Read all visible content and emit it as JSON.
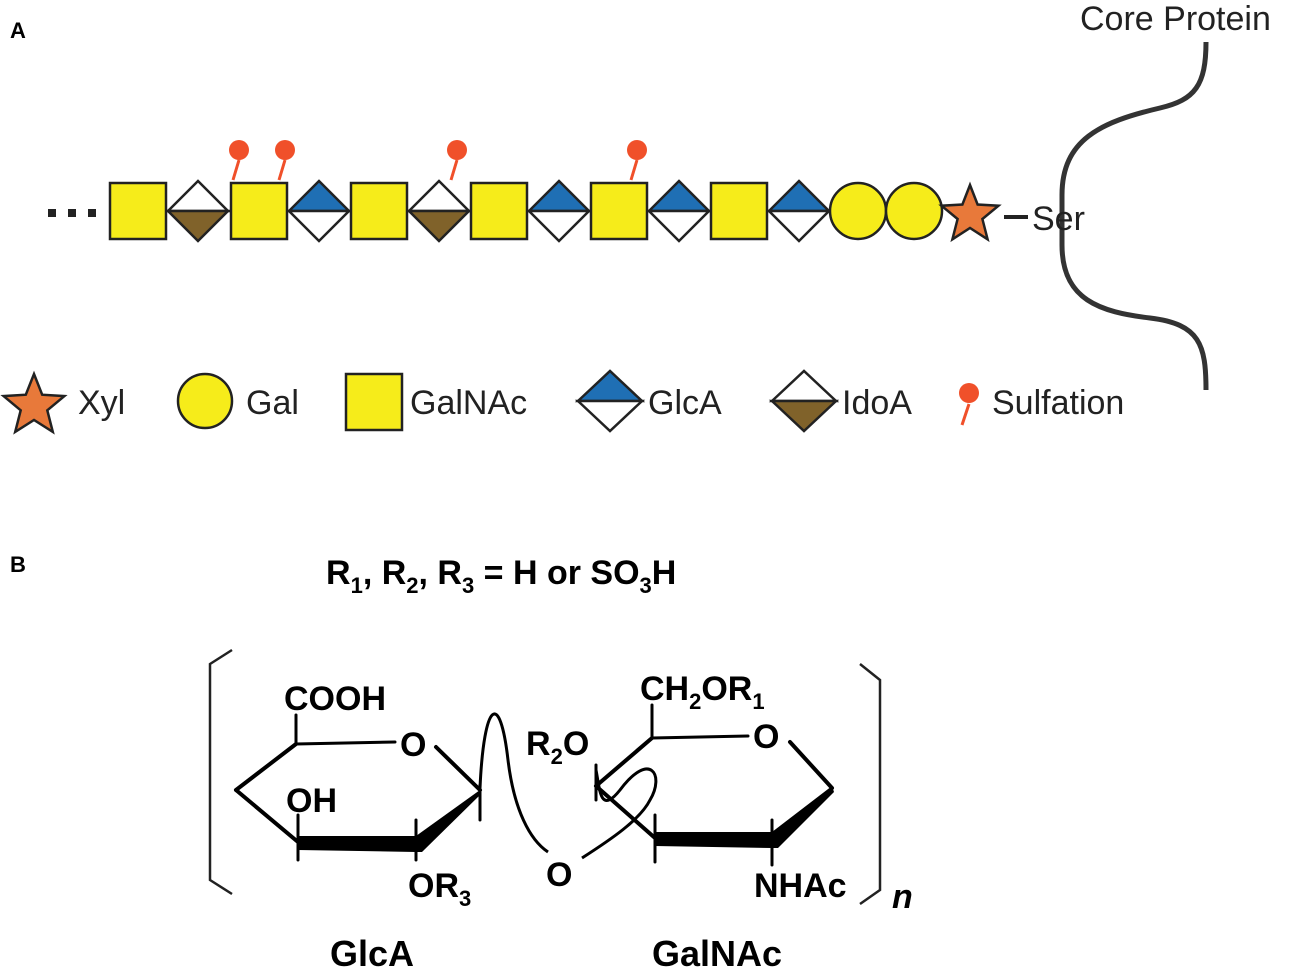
{
  "panel_a": {
    "label": "A",
    "core_protein_label": "Core Protein",
    "ser_label": "Ser",
    "chain": [
      "GalNAc",
      "IdoA",
      "GalNAc",
      "GlcA",
      "GalNAc",
      "IdoA",
      "GalNAc",
      "GlcA",
      "GalNAc",
      "GlcA",
      "GalNAc",
      "GlcA",
      "Gal",
      "Gal",
      "Xyl"
    ],
    "sulfated_positions": [
      2,
      2,
      5,
      8
    ],
    "legend": [
      {
        "symbol": "Xyl",
        "label": "Xyl"
      },
      {
        "symbol": "Gal",
        "label": "Gal"
      },
      {
        "symbol": "GalNAc",
        "label": "GalNAc"
      },
      {
        "symbol": "GlcA",
        "label": "GlcA"
      },
      {
        "symbol": "IdoA",
        "label": "IdoA"
      },
      {
        "symbol": "Sulfation",
        "label": "Sulfation"
      }
    ],
    "colors": {
      "galnac_yellow": "#f6ec1a",
      "glca_blue": "#1f6fb4",
      "idoa_brown": "#80622a",
      "xyl_orange": "#e8793a",
      "sulfation_red": "#f0502a",
      "outline": "#222222"
    }
  },
  "panel_b": {
    "label": "B",
    "formula": {
      "r1": "R",
      "s1": "1",
      "r2": ", R",
      "s2": "2",
      "r3": ", R",
      "s3": "3",
      "rest": " = H or SO",
      "s4": "3",
      "end": "H"
    },
    "glca": {
      "cooh": "COOH",
      "ring_o": "O",
      "oh": "OH",
      "or3": "OR",
      "or3_sub": "3",
      "name": "GlcA"
    },
    "linker_o": "O",
    "galnac": {
      "ch2or1": "CH",
      "ch2or1_sub": "2",
      "ch2or1_rest": "OR",
      "ch2or1_sub2": "1",
      "r2o": "R",
      "r2o_sub": "2",
      "r2o_rest": "O",
      "ring_o": "O",
      "nhac": "NHAc",
      "name": "GalNAc"
    },
    "repeat_n": "n"
  }
}
